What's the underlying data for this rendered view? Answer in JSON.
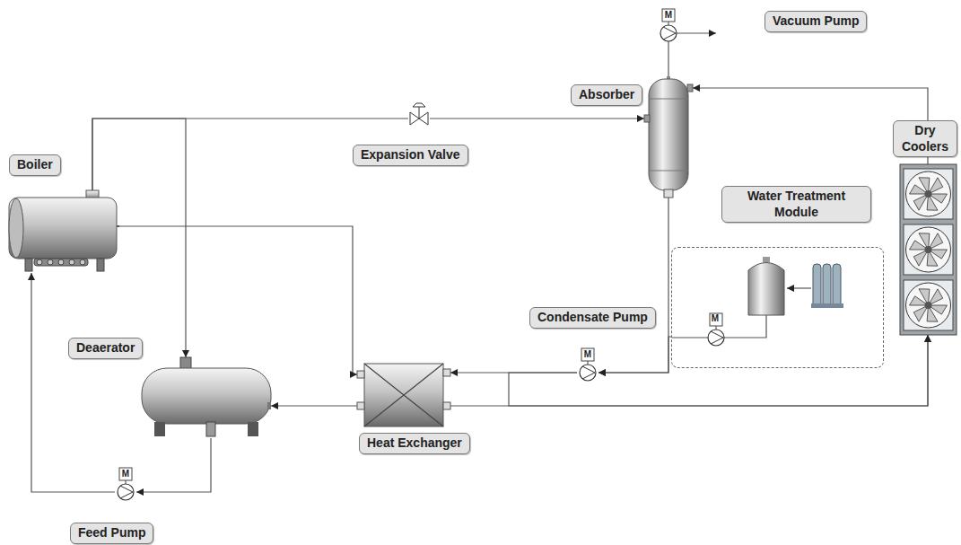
{
  "diagram": {
    "nodes": [
      {
        "text": [
          "Vacuum Pump"
        ]
      },
      {
        "text": [
          "Boiler"
        ]
      },
      {
        "text": [
          "Expansion Valve"
        ]
      },
      {
        "text": [
          "Absorber"
        ]
      },
      {
        "text": [
          "Dry Coolers"
        ]
      },
      {
        "text": [
          "Water Treatment Module"
        ]
      },
      {
        "text": [
          "Condensate Pump"
        ]
      },
      {
        "text": [
          "Deaerator"
        ]
      },
      {
        "text": [
          "Heat Exchanger"
        ]
      },
      {
        "text": [
          "Feed Pump"
        ]
      }
    ],
    "edges": [
      {
        "from": 1,
        "to": 2,
        "arrow": "none"
      },
      {
        "from": 2,
        "to": 3,
        "arrow": "to"
      },
      {
        "from": 1,
        "to": 7,
        "arrow": "to"
      },
      {
        "from": 1,
        "to": 8,
        "arrow": "to"
      },
      {
        "from": 3,
        "to": 0,
        "arrow": "none"
      },
      {
        "from": 4,
        "to": 3,
        "arrow": "to"
      },
      {
        "from": 3,
        "to": 6,
        "arrow": "to"
      },
      {
        "from": 5,
        "to": 6,
        "arrow": "to"
      },
      {
        "from": 6,
        "to": 8,
        "arrow": "to"
      },
      {
        "from": 6,
        "to": 4,
        "arrow": "to"
      },
      {
        "from": 8,
        "to": 7,
        "arrow": "to"
      },
      {
        "from": 8,
        "to": 4,
        "arrow": "to"
      },
      {
        "from": 7,
        "to": 9,
        "arrow": "to"
      },
      {
        "from": 9,
        "to": 1,
        "arrow": "to"
      }
    ],
    "labels": [
      "M",
      "M",
      "M",
      "M"
    ]
  }
}
